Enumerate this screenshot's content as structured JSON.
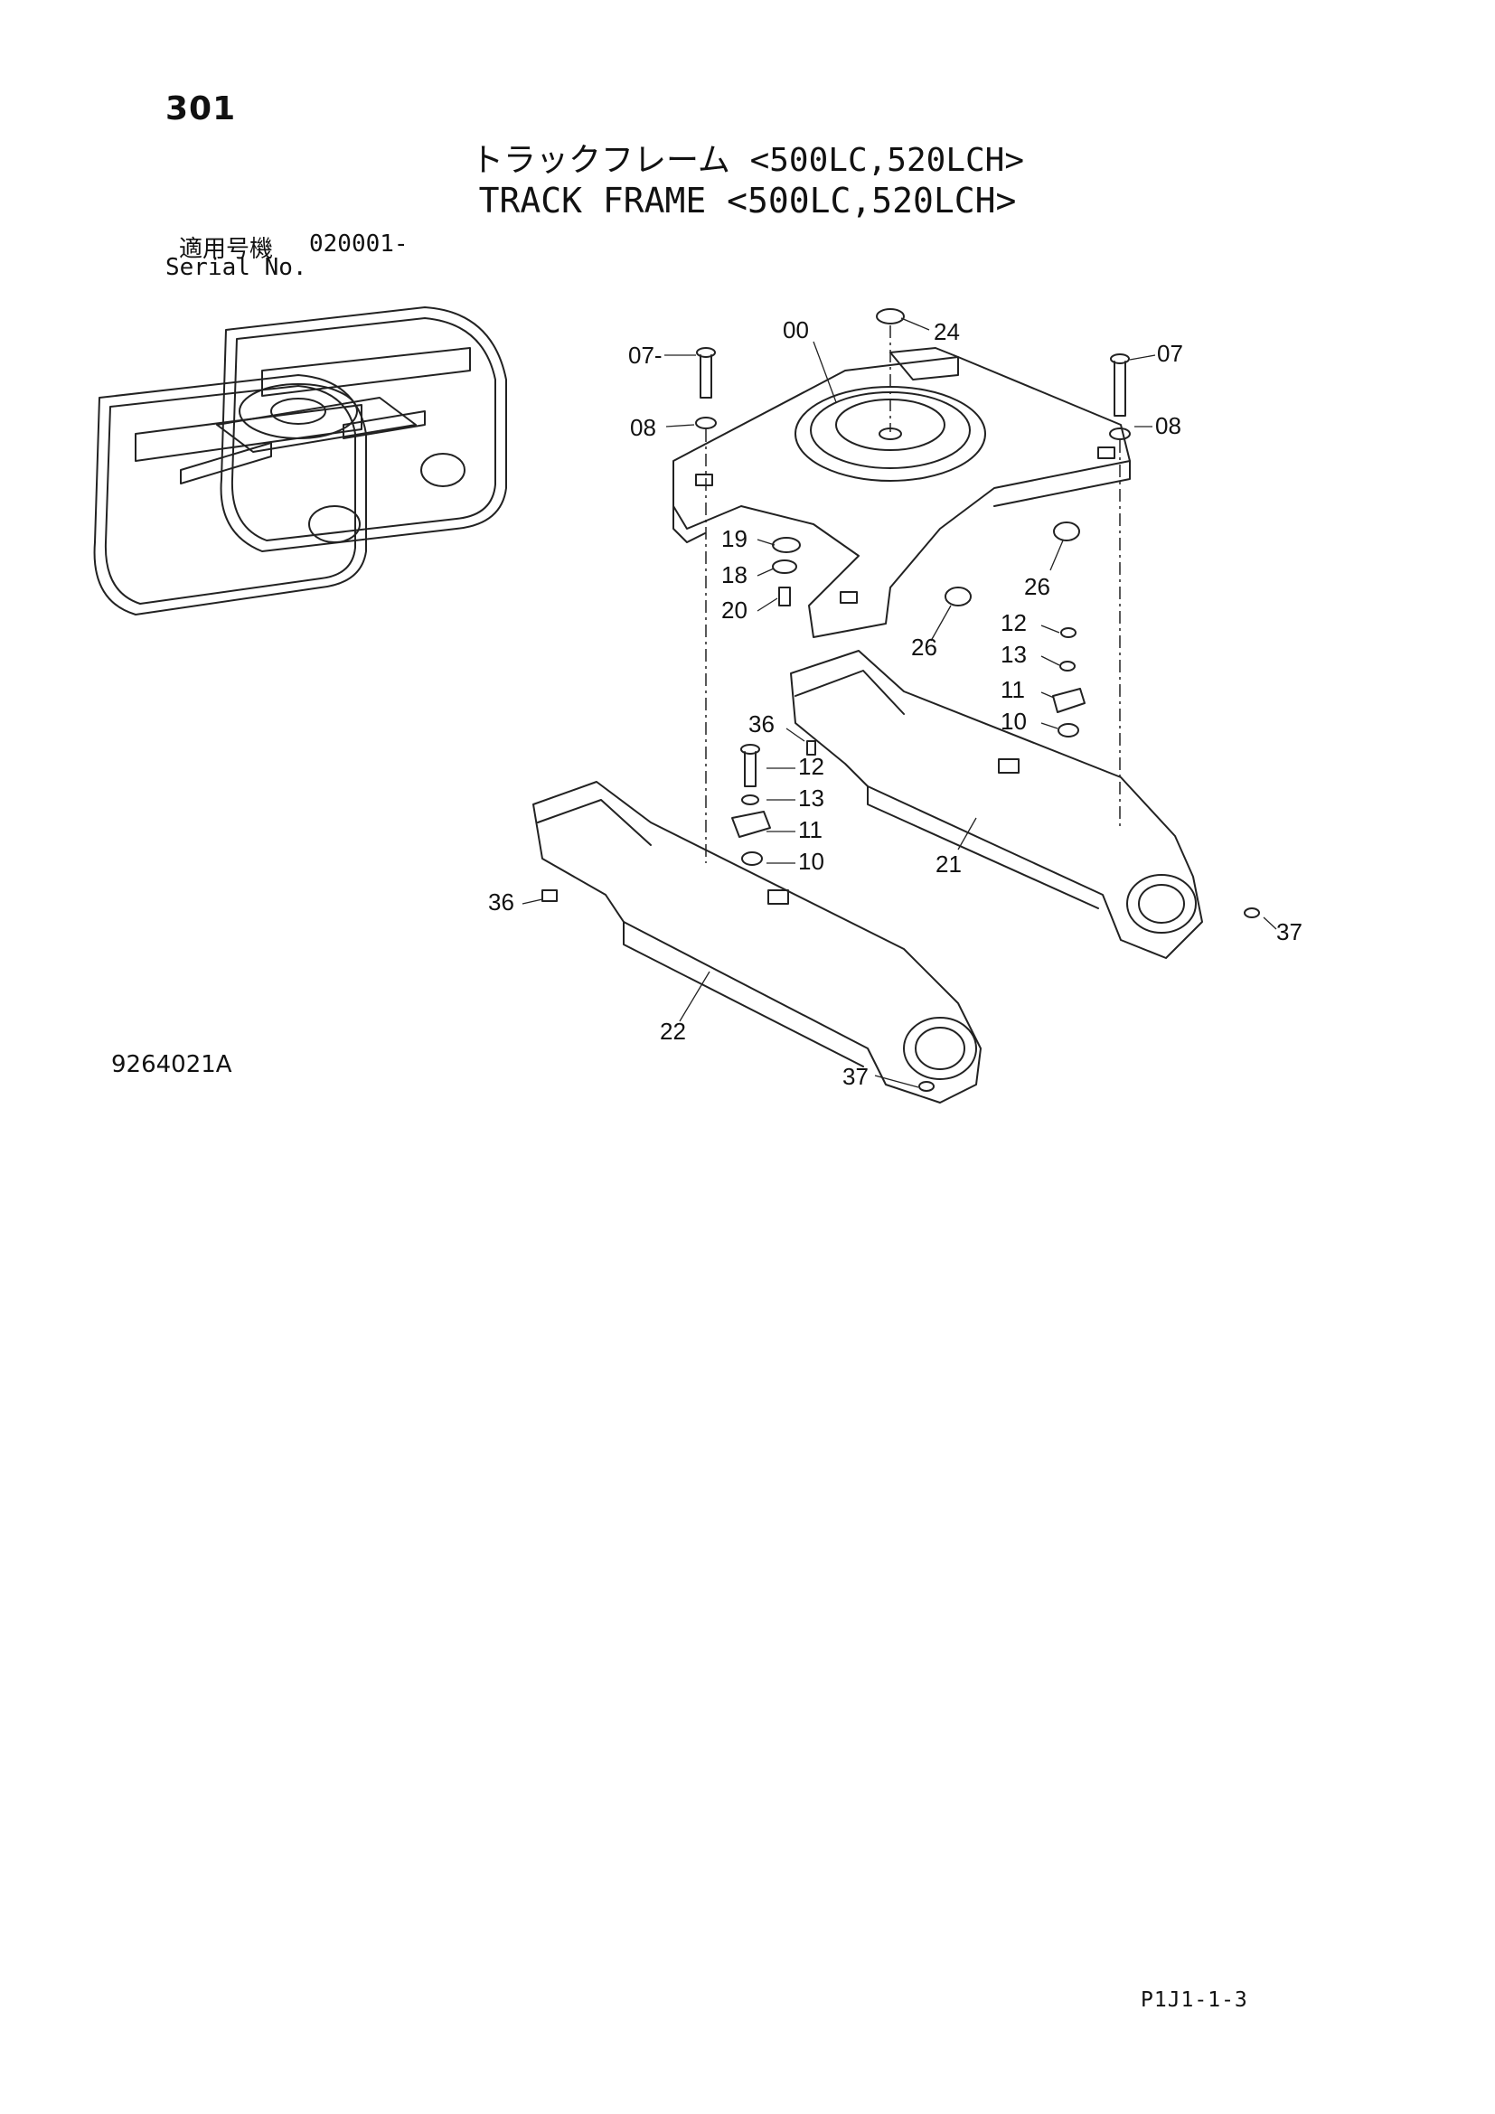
{
  "page": {
    "number": "301",
    "title_jp": "トラックフレーム <500LC,520LCH>",
    "title_en": "TRACK FRAME <500LC,520LCH>",
    "serial": {
      "label_jp": "適用号機",
      "label_en": "Serial No.",
      "value": "020001-"
    },
    "figure_code": "9264021A",
    "page_code": "P1J1-1-3"
  },
  "callouts": [
    {
      "id": "c-00",
      "text": "00"
    },
    {
      "id": "c-24",
      "text": "24"
    },
    {
      "id": "c-07a",
      "text": "07-"
    },
    {
      "id": "c-07b",
      "text": "07"
    },
    {
      "id": "c-08a",
      "text": "08"
    },
    {
      "id": "c-08b",
      "text": "08"
    },
    {
      "id": "c-19",
      "text": "19"
    },
    {
      "id": "c-18",
      "text": "18"
    },
    {
      "id": "c-20",
      "text": "20"
    },
    {
      "id": "c-26a",
      "text": "26"
    },
    {
      "id": "c-26b",
      "text": "26"
    },
    {
      "id": "c-12a",
      "text": "12"
    },
    {
      "id": "c-13a",
      "text": "13"
    },
    {
      "id": "c-11a",
      "text": "11"
    },
    {
      "id": "c-10a",
      "text": "10"
    },
    {
      "id": "c-36a",
      "text": "36"
    },
    {
      "id": "c-12b",
      "text": "12"
    },
    {
      "id": "c-13b",
      "text": "13"
    },
    {
      "id": "c-11b",
      "text": "11"
    },
    {
      "id": "c-10b",
      "text": "10"
    },
    {
      "id": "c-21",
      "text": "21"
    },
    {
      "id": "c-36b",
      "text": "36"
    },
    {
      "id": "c-37a",
      "text": "37"
    },
    {
      "id": "c-22",
      "text": "22"
    },
    {
      "id": "c-37b",
      "text": "37"
    }
  ]
}
